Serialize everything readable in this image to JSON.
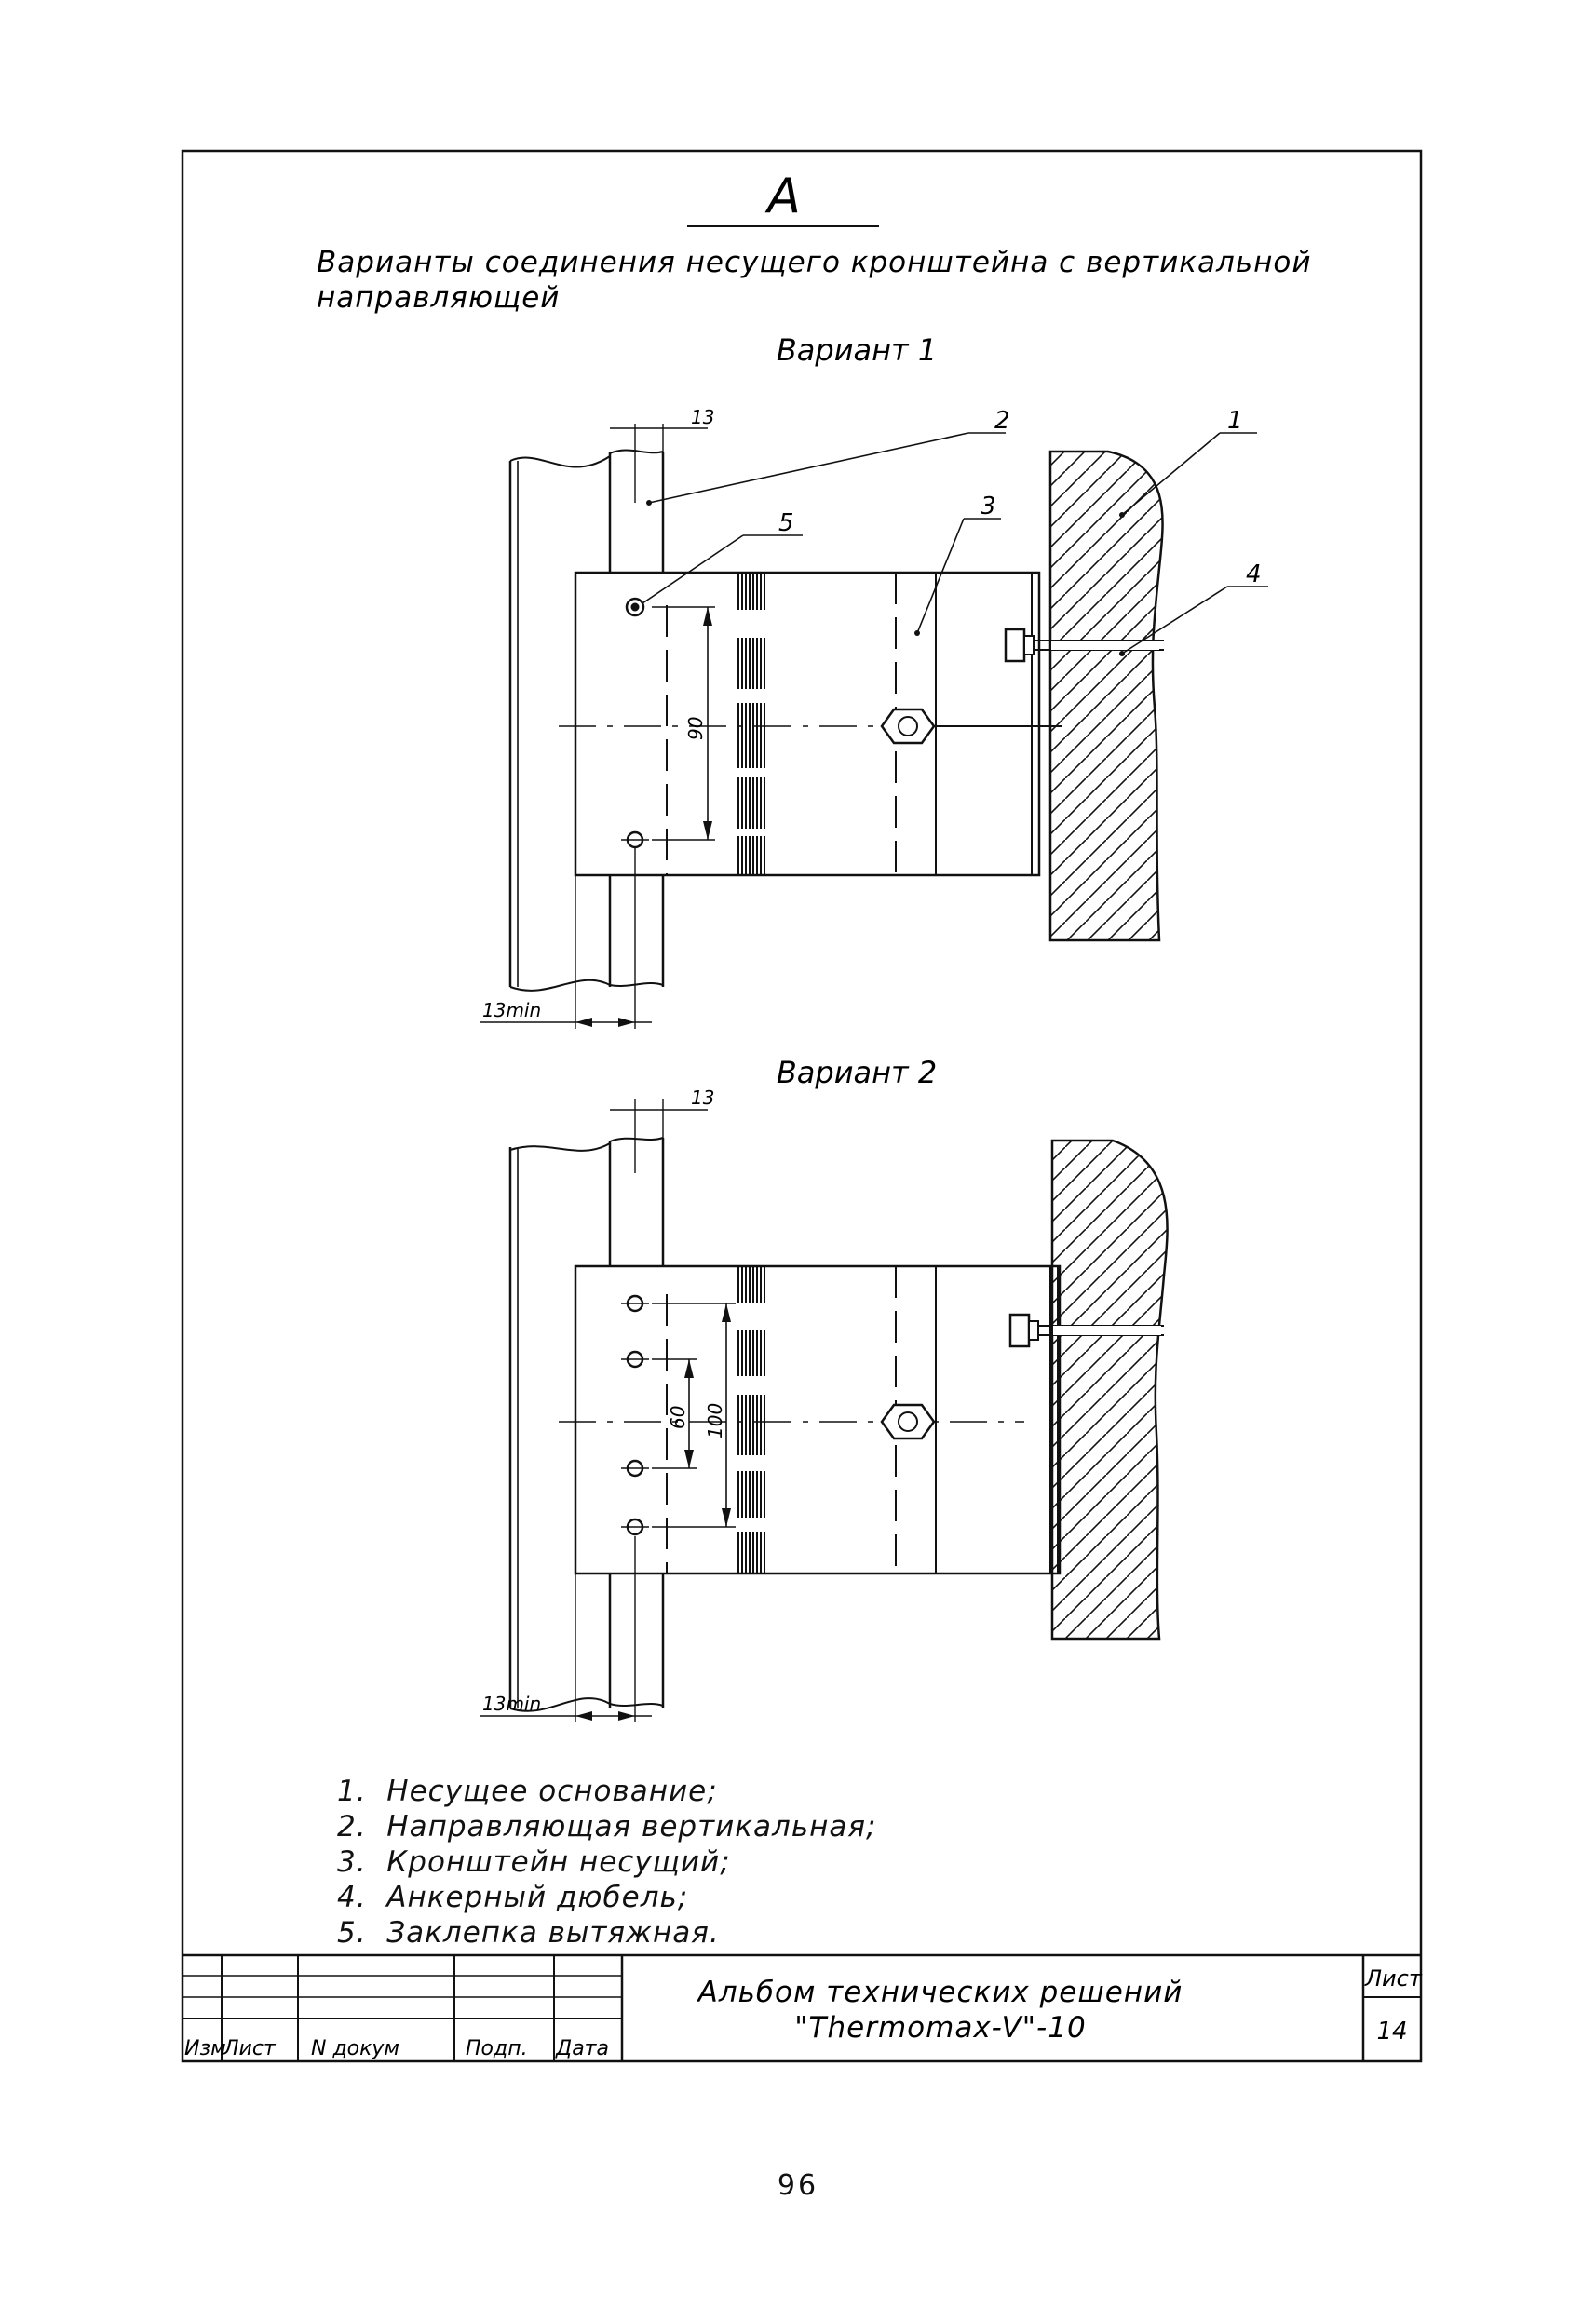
{
  "view_letter": "А",
  "heading_line1": "Варианты соединения несущего кронштейна с вертикальной",
  "heading_line2": "направляющей",
  "variant1": {
    "title": "Вариант 1",
    "dim_top": "13",
    "dim_bottom": "13min",
    "dim_holes": "90",
    "callouts": [
      "1",
      "2",
      "3",
      "4",
      "5"
    ]
  },
  "variant2": {
    "title": "Вариант 2",
    "dim_top": "13",
    "dim_bottom": "13min",
    "dim_inner": "60",
    "dim_outer": "100"
  },
  "legend": [
    "1.  Несущее основание;",
    "2.  Направляющая вертикальная;",
    "3.  Кронштейн несущий;",
    "4.  Анкерный дюбель;",
    "5.  Заклепка вытяжная."
  ],
  "title_block": {
    "album_line1": "Альбом технических решений",
    "album_line2": "\"Thermomax-V\"-10",
    "sheet_label": "Лист",
    "sheet_number": "14",
    "col_izm": "Изм",
    "col_list": "Лист",
    "col_ndokum": "N докум",
    "col_podp": "Подп.",
    "col_data": "Дата"
  },
  "page_number": "96"
}
